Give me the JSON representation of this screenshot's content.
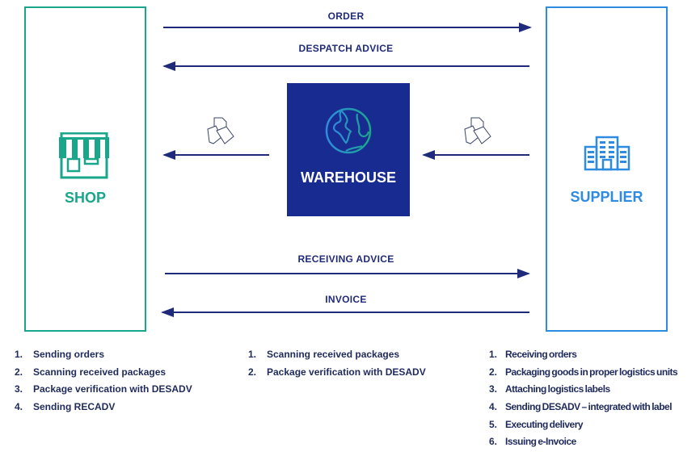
{
  "entities": {
    "shop": "SHOP",
    "warehouse": "WAREHOUSE",
    "supplier": "SUPPLIER"
  },
  "messages": {
    "order": "ORDER",
    "despatch_advice": "DESPATCH ADVICE",
    "receiving_advice": "RECEIVING ADVICE",
    "invoice": "INVOICE"
  },
  "colors": {
    "shop": "#1aa68a",
    "warehouse": "#182b90",
    "supplier": "#2f8be0",
    "arrow": "#1f2a7a"
  },
  "icons": {
    "shop": "storefront-icon",
    "warehouse": "globe-icon",
    "supplier": "office-building-icon",
    "labels": "tags-icon"
  },
  "lists": {
    "shop": [
      {
        "n": "1.",
        "t": "Sending orders"
      },
      {
        "n": "2.",
        "t": "Scanning received packages"
      },
      {
        "n": "3.",
        "t": "Package verification with DESADV"
      },
      {
        "n": "4.",
        "t": "Sending RECADV"
      }
    ],
    "warehouse": [
      {
        "n": "1.",
        "t": "Scanning received packages"
      },
      {
        "n": "2.",
        "t": "Package verification with DESADV"
      }
    ],
    "supplier": [
      {
        "n": "1.",
        "t": "Receiving orders"
      },
      {
        "n": "2.",
        "t": "Packaging goods in proper logistics units"
      },
      {
        "n": "3.",
        "t": "Attaching logistics labels"
      },
      {
        "n": "4.",
        "t": "Sending DESADV – integrated with label"
      },
      {
        "n": "5.",
        "t": "Executing delivery"
      },
      {
        "n": "6.",
        "t": "Issuing e-Invoice"
      }
    ]
  }
}
